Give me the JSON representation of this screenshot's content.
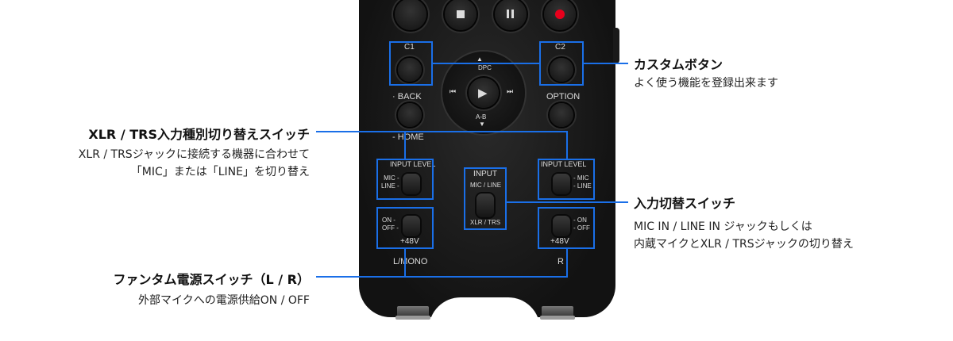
{
  "device": {
    "c1": "C1",
    "c2": "C2",
    "dpc": "DPC",
    "ab": "A-B",
    "back": "BACK",
    "option": "OPTION",
    "home": "HOME",
    "input_level": "INPUT LEVEL",
    "mic": "MIC",
    "line": "LINE",
    "input": "INPUT",
    "mic_line": "MIC / LINE",
    "xlr_trs": "XLR / TRS",
    "on": "ON",
    "off": "OFF",
    "v48": "+48V",
    "lmono": "L/MONO",
    "r": "R"
  },
  "callouts": {
    "custom": {
      "title": "カスタムボタン",
      "desc": [
        "よく使う機能を登録出来ます"
      ]
    },
    "xlr": {
      "title": "XLR / TRS入力種別切り替えスイッチ",
      "desc": [
        "XLR / TRSジャックに接続する機器に合わせて",
        "「MIC」または「LINE」を切り替え"
      ]
    },
    "input": {
      "title": "入力切替スイッチ",
      "desc": [
        "MIC IN / LINE IN ジャックもしくは",
        "内蔵マイクとXLR / TRSジャックの切り替え"
      ]
    },
    "phantom": {
      "title": "ファンタム電源スイッチ（L / R）",
      "desc": [
        "外部マイクへの電源供給ON / OFF"
      ]
    }
  },
  "colors": {
    "accent": "#1a6fe8",
    "record": "#e8001c"
  }
}
